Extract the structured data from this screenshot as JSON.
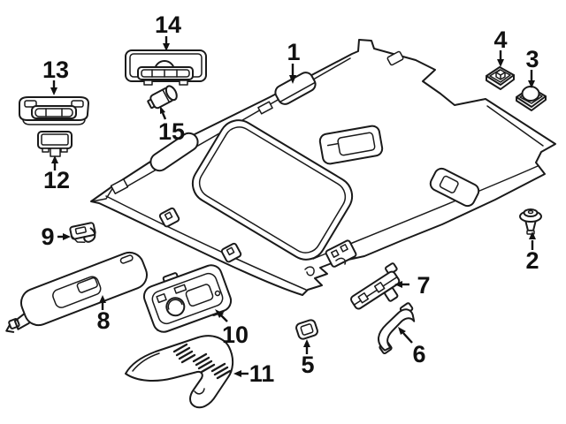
{
  "style": {
    "background": "#ffffff",
    "line_color": "#1a1a1a",
    "label_color": "#111111"
  },
  "diagram": {
    "kind": "exploded-parts-diagram",
    "subject": "vehicle headliner and interior roof trim"
  },
  "callouts": [
    {
      "label": "1"
    },
    {
      "label": "2"
    },
    {
      "label": "3"
    },
    {
      "label": "4"
    },
    {
      "label": "5"
    },
    {
      "label": "6"
    },
    {
      "label": "7"
    },
    {
      "label": "8"
    },
    {
      "label": "9"
    },
    {
      "label": "10"
    },
    {
      "label": "11"
    },
    {
      "label": "12"
    },
    {
      "label": "13"
    },
    {
      "label": "14"
    },
    {
      "label": "15"
    }
  ]
}
